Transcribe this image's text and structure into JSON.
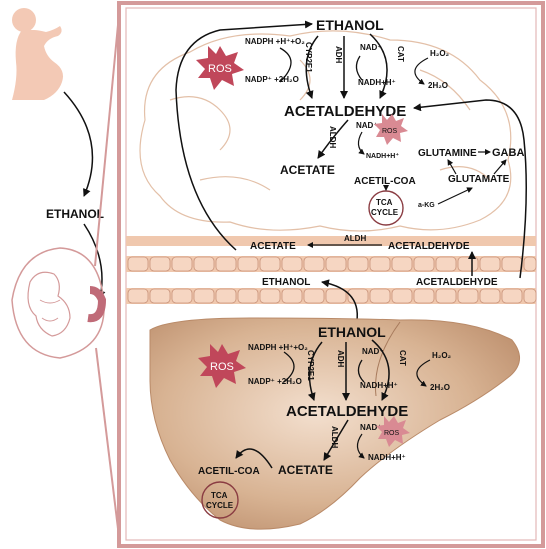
{
  "pregnancy_panel": {
    "ethanol_label": "ETHANOL"
  },
  "brain": {
    "ethanol": "ETHANOL",
    "nadph_o2": "NADPH +H⁺+O₂",
    "nadp_h2o": "NADP⁺ +2H₂O",
    "cyp2e1": "CYP2E1",
    "adh": "ADH",
    "nad": "NAD⁺",
    "nadh": "NADH+H⁺",
    "cat": "CAT",
    "h2o2": "H₂O₂",
    "h2o": "2H₂O",
    "ros": "ROS",
    "acetaldehyde": "ACETALDEHYDE",
    "aldh": "ALDH",
    "nad2": "NAD⁺",
    "ros_small": "ROS",
    "nadh2": "NADH+H⁺",
    "acetate": "ACETATE",
    "acetil_coa": "ACETIL-COA",
    "glutamine": "GLUTAMINE",
    "gaba": "GABA",
    "glutamate": "GLUTAMATE",
    "akg": "a-KG",
    "tca": "TCA",
    "cycle": "CYCLE"
  },
  "barrier": {
    "acetate": "ACETATE",
    "aldh": "ALDH",
    "acetaldehyde_top": "ACETALDEHYDE",
    "ethanol": "ETHANOL",
    "acetaldehyde_bottom": "ACETALDEHYDE"
  },
  "liver": {
    "ethanol": "ETHANOL",
    "nadph_o2": "NADPH +H⁺+O₂",
    "nadp_h2o": "NADP⁺ +2H₂O",
    "cyp2e1": "CYP2E1",
    "adh": "ADH",
    "nad": "NAD⁺",
    "nadh": "NADH+H⁺",
    "cat": "CAT",
    "h2o2": "H₂O₂",
    "h2o": "2H₂O",
    "ros": "ROS",
    "acetaldehyde": "ACETALDEHYDE",
    "aldh": "ALDH",
    "nad2": "NAD⁺",
    "ros_small": "ROS",
    "nadh2": "NADH+H⁺",
    "acetate": "ACETATE",
    "acetil_coa": "ACETIL-COA",
    "tca": "TCA",
    "cycle": "CYCLE"
  },
  "colors": {
    "frame": "#d49a9a",
    "ros_star": "#c0475a",
    "ros_small_star": "#d98a93",
    "liver": "#c99b79",
    "barrier_cells": "#f0c8ae",
    "pregnant_silhouette": "#f3c9b5"
  }
}
